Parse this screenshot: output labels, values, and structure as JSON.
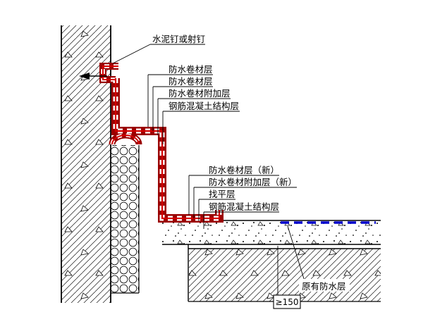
{
  "drawing": {
    "labels": {
      "cement_nail": "水泥钉或射钉",
      "upper": [
        "防水卷材层",
        "防水卷材层",
        "防水卷材附加层",
        "钢筋混凝土结构层"
      ],
      "lower": [
        "防水卷材层（新）",
        "防水卷材附加层（新）",
        "找平层",
        "钢筋混凝土结构层"
      ],
      "existing_waterproof": "原有防水层",
      "dimension_min_lap": "≥150"
    },
    "colors": {
      "new_membrane_red": "#9b0000",
      "membrane_core_red": "#d40000",
      "existing_membrane_blue": "#0000cc",
      "line_black": "#000000",
      "background": "#ffffff"
    }
  }
}
